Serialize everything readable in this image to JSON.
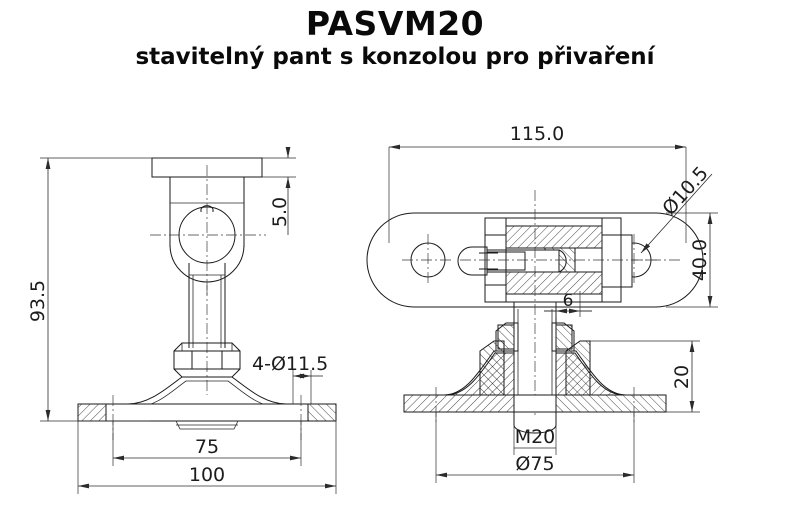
{
  "header": {
    "title": "PASVM20",
    "subtitle": "stavitelný pant s konzolou pro přivaření"
  },
  "drawing": {
    "type": "engineering-drawing",
    "description": "Two orthographic views of an adjustable hinge with weld-on bracket",
    "views": [
      {
        "name": "front-view",
        "position": "left"
      },
      {
        "name": "side-view",
        "position": "right"
      }
    ],
    "dimensions": {
      "front_overall_height": "93.5",
      "front_top_plate_thickness": "5.0",
      "front_bolt_pattern": "4-Ø11.5",
      "front_bolt_spacing": "75",
      "front_base_width": "100",
      "side_plate_length": "115.0",
      "side_plate_width": "40.0",
      "side_hole_diameter": "Ø10.5",
      "side_offset": "6",
      "side_base_height": "20",
      "side_thread": "M20",
      "side_base_diameter": "Ø75"
    }
  },
  "colors": {
    "background": "#ffffff",
    "line": "#1a1a1a",
    "dimension": "#2b2b2b",
    "text": "#0a0a0a"
  }
}
